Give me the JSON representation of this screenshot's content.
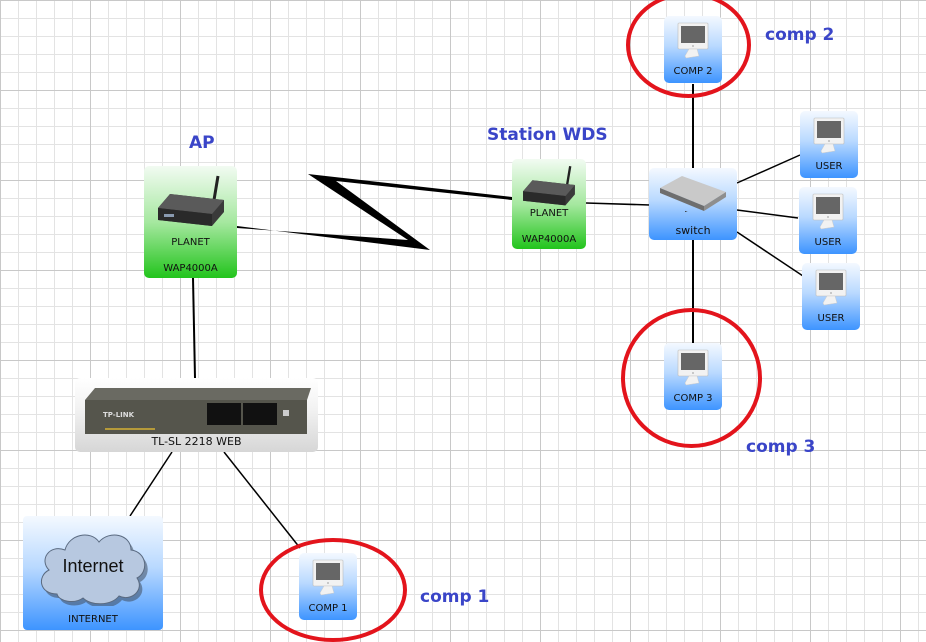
{
  "diagram": {
    "annotations": {
      "ap": "AP",
      "station_wds": "Station WDS",
      "comp1": "comp 1",
      "comp2": "comp 2",
      "comp3": "comp 3"
    },
    "nodes": {
      "ap_device": {
        "brand": "PLANET",
        "model": "WAP4000A"
      },
      "station_device": {
        "brand": "PLANET",
        "model": "WAP4000A"
      },
      "core_switch": {
        "label": "TL-SL 2218 WEB",
        "logo": "TP-LINK"
      },
      "internet": {
        "cloud_text": "Internet",
        "label": "INTERNET"
      },
      "switch": {
        "label": "switch"
      },
      "comp1": {
        "label": "COMP 1"
      },
      "comp2": {
        "label": "COMP 2"
      },
      "comp3": {
        "label": "COMP 3"
      },
      "users": [
        {
          "label": "USER"
        },
        {
          "label": "USER"
        },
        {
          "label": "USER"
        }
      ]
    },
    "colors": {
      "annotation_text": "#3a45c8",
      "highlight_ring": "#e3141c",
      "link": "#000000"
    }
  }
}
